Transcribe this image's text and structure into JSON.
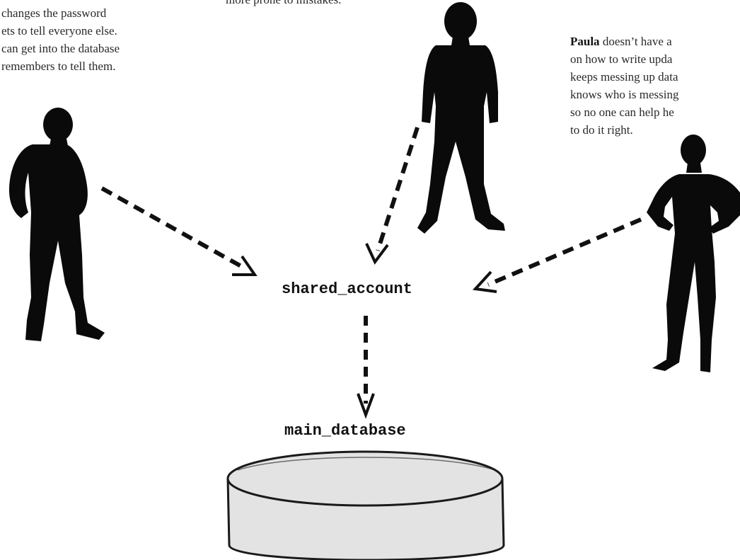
{
  "captions": {
    "left": {
      "lines": [
        "changes the password",
        "ets to tell everyone else.",
        "can get into the database",
        "remembers to tell them."
      ]
    },
    "middle": {
      "lines": [
        "more prone to mistakes."
      ]
    },
    "right": {
      "name": "Paula",
      "line1_rest": " doesn’t have a",
      "lines": [
        "on how to write upda",
        "keeps messing up data",
        "knows who is messing",
        "so no one can help he",
        "to do it right."
      ]
    }
  },
  "nodes": {
    "shared_account": "shared_account",
    "main_database": "main_database"
  },
  "colors": {
    "silhouette": "#0a0a0a",
    "arrow": "#111111",
    "database_fill": "#e3e3e3",
    "database_stroke": "#1a1a1a"
  }
}
